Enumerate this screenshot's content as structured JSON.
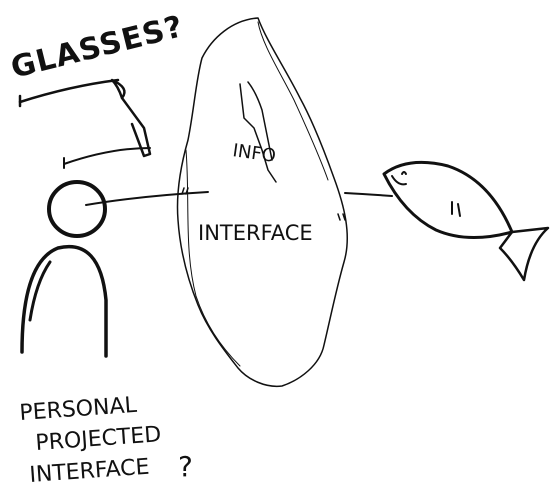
{
  "labels": {
    "glasses": "GLASSES?",
    "info": "INFO",
    "interface": "INTERFACE",
    "personal_line1": "PERSONAL",
    "personal_line2": "PROJECTED",
    "personal_line3": "INTERFACE",
    "personal_question": "?"
  },
  "colors": {
    "ink": "#111111",
    "paper": "#ffffff"
  }
}
